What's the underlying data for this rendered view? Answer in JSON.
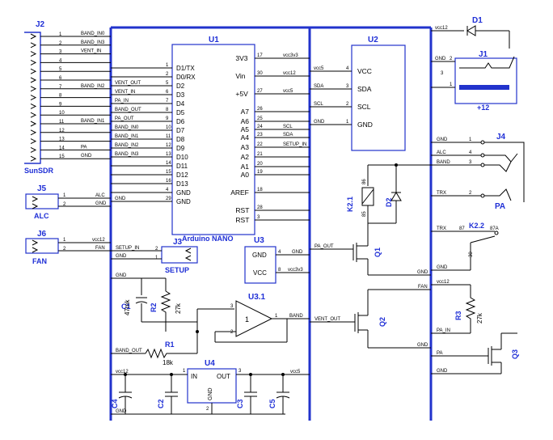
{
  "connectors": {
    "J2": {
      "ref": "J2",
      "label": "SunSDR",
      "pins": [
        "1",
        "2",
        "3",
        "4",
        "5",
        "6",
        "7",
        "8",
        "9",
        "10",
        "11",
        "12",
        "13",
        "14",
        "15"
      ],
      "nets": [
        "BAND_IN0",
        "BAND_IN3",
        "VENT_IN",
        "",
        "",
        "",
        "BAND_IN2",
        "",
        "",
        "",
        "BAND_IN1",
        "",
        "",
        "PA",
        "GND"
      ]
    },
    "J5": {
      "ref": "J5",
      "label": "ALC",
      "pins": [
        "1",
        "2"
      ],
      "nets": [
        "ALC",
        "GND"
      ]
    },
    "J6": {
      "ref": "J6",
      "label": "FAN",
      "pins": [
        "1",
        "2"
      ],
      "nets": [
        "vcc12",
        "FAN"
      ]
    },
    "J3": {
      "ref": "J3",
      "label": "SETUP",
      "pins": [
        "2",
        "1"
      ],
      "nets": [
        "SETUP_IN",
        "GND"
      ]
    },
    "J1": {
      "ref": "J1",
      "label": "+12",
      "pins": [
        "2",
        "3",
        "1"
      ],
      "net": "GND"
    },
    "J4": {
      "ref": "J4",
      "pins": [
        "1",
        "4",
        "3",
        "2"
      ],
      "nets": [
        "GND",
        "ALC",
        "BAND",
        "TRX"
      ]
    }
  },
  "nano": {
    "ref": "U1",
    "label": "Arduino NANO",
    "left_pins": [
      "D1/TX",
      "D0/RX",
      "D2",
      "D3",
      "D4",
      "D5",
      "D6",
      "D7",
      "D8",
      "D9",
      "D10",
      "D11",
      "D12",
      "D13",
      "GND",
      "GND"
    ],
    "left_nums": [
      "1",
      "2",
      "5",
      "6",
      "7",
      "8",
      "9",
      "10",
      "11",
      "12",
      "13",
      "14",
      "15",
      "16",
      "4",
      "29"
    ],
    "left_nets": [
      "",
      "",
      "VENT_OUT",
      "VENT_IN",
      "PA_IN",
      "BAND_OUT",
      "PA_OUT",
      "BAND_IN0",
      "BAND_IN1",
      "BAND_IN2",
      "BAND_IN3",
      "",
      "",
      "",
      "",
      "GND"
    ],
    "right_pins": [
      "3V3",
      "Vin",
      "+5V",
      "A7",
      "A6",
      "A5",
      "A4",
      "A3",
      "A2",
      "A1",
      "A0",
      "AREF",
      "RST",
      "RST"
    ],
    "right_nums": [
      "17",
      "30",
      "27",
      "26",
      "25",
      "24",
      "23",
      "22",
      "21",
      "20",
      "19",
      "18",
      "28",
      "3"
    ],
    "right_nets": [
      "vcc3v3",
      "vcc12",
      "vcc5",
      "",
      "",
      "SCL",
      "SDA",
      "SETUP_IN",
      "",
      "",
      "",
      "",
      "",
      ""
    ]
  },
  "display": {
    "ref": "U2",
    "pins": [
      "VCC",
      "SDA",
      "SCL",
      "GND"
    ],
    "nums": [
      "4",
      "3",
      "2",
      "1"
    ],
    "nets": [
      "vcc5",
      "SDA",
      "SCL",
      "GND"
    ]
  },
  "u3": {
    "ref": "U3",
    "pins": [
      "GND",
      "VCC"
    ],
    "nums": [
      "4",
      "8"
    ],
    "nets": [
      "GND",
      "vcc3v3"
    ]
  },
  "u31": {
    "ref": "U3.1",
    "gain": "1",
    "pins": [
      "3",
      "2",
      "1"
    ],
    "out_net": "BAND"
  },
  "u4": {
    "ref": "U4",
    "in": "IN",
    "out": "OUT",
    "gnd": "GND",
    "pins": [
      "1",
      "3",
      "2"
    ],
    "in_net": "vcc12",
    "out_net": "vcc5"
  },
  "passives": {
    "C1": {
      "ref": "C1",
      "value": "47mk"
    },
    "R2": {
      "ref": "R2",
      "value": "27k"
    },
    "R1": {
      "ref": "R1",
      "value": "18k"
    },
    "R3": {
      "ref": "R3",
      "value": "27k"
    },
    "C2": {
      "ref": "C2"
    },
    "C3": {
      "ref": "C3"
    },
    "C4": {
      "ref": "C4"
    },
    "C5": {
      "ref": "C5"
    },
    "D1": {
      "ref": "D1"
    },
    "D2": {
      "ref": "D2"
    }
  },
  "relays": {
    "K21": {
      "ref": "K2.1",
      "p1": "86",
      "p2": "85"
    },
    "K22": {
      "ref": "K2.2",
      "p1": "87",
      "p2": "87A",
      "p3": "30"
    }
  },
  "fets": {
    "Q1": {
      "ref": "Q1"
    },
    "Q2": {
      "ref": "Q2"
    },
    "Q3": {
      "ref": "Q3"
    }
  },
  "nets": {
    "gnd": "GND",
    "vcc12": "vcc12",
    "vcc5": "vcc5",
    "vcc3v3": "vcc3v3",
    "band_out": "BAND_OUT",
    "band": "BAND",
    "pa_out": "PA_OUT",
    "vent_out": "VENT_OUT",
    "fan": "FAN",
    "pa_in": "PA_IN",
    "pa": "PA",
    "trx": "TRX",
    "alc": "ALC",
    "sda": "SDA",
    "scl": "SCL",
    "setup_in": "SETUP_IN"
  },
  "colors": {
    "bus": "#2233cc",
    "ref": "#1f2fd6",
    "wire": "#000000"
  }
}
